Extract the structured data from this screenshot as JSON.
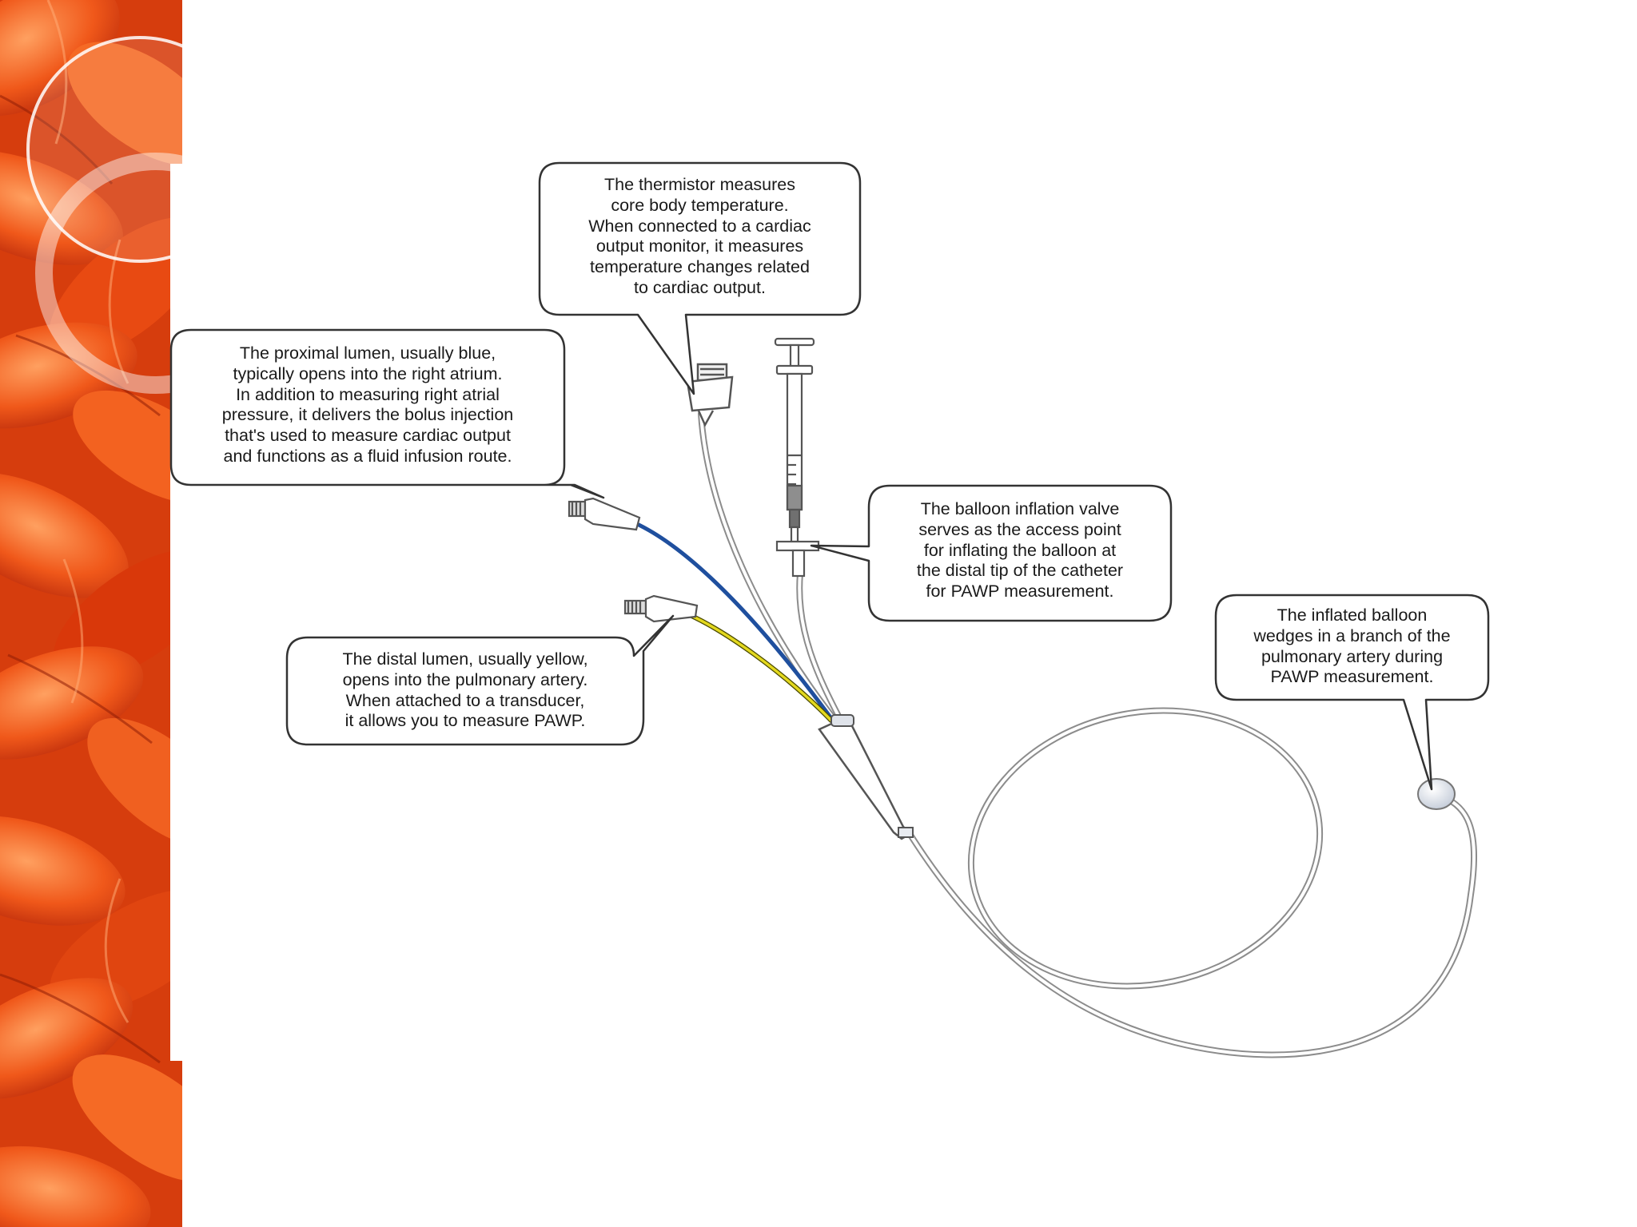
{
  "colors": {
    "proximal_lumen": "#1f4f9e",
    "distal_lumen": "#d9cf1c",
    "petal_dark": "#c9300a",
    "petal_mid": "#ef5a1a",
    "petal_light": "#ff9a55",
    "catheter_line": "#8c8c8c",
    "callout_border": "#333333"
  },
  "callouts": {
    "thermistor": {
      "lines": [
        "The thermistor measures",
        "core body temperature.",
        "When connected to a cardiac",
        "output monitor, it measures",
        "temperature changes related",
        "to cardiac output."
      ]
    },
    "proximal": {
      "lines": [
        "The proximal lumen, usually blue,",
        "typically opens into the right atrium.",
        "In addition to measuring right atrial",
        "pressure, it delivers the bolus injection",
        "that's used to measure cardiac output",
        "and functions as a fluid infusion route."
      ]
    },
    "balloon_valve": {
      "lines": [
        "The balloon inflation valve",
        "serves as the access point",
        "for inflating the balloon at",
        "the distal tip of the catheter",
        "for PAWP measurement."
      ]
    },
    "distal": {
      "lines": [
        "The distal lumen, usually yellow,",
        "opens into the pulmonary artery.",
        "When attached to a transducer,",
        "it allows you to measure PAWP."
      ]
    },
    "balloon": {
      "lines": [
        "The inflated balloon",
        "wedges in a branch of the",
        "pulmonary artery during",
        "PAWP measurement."
      ]
    }
  }
}
